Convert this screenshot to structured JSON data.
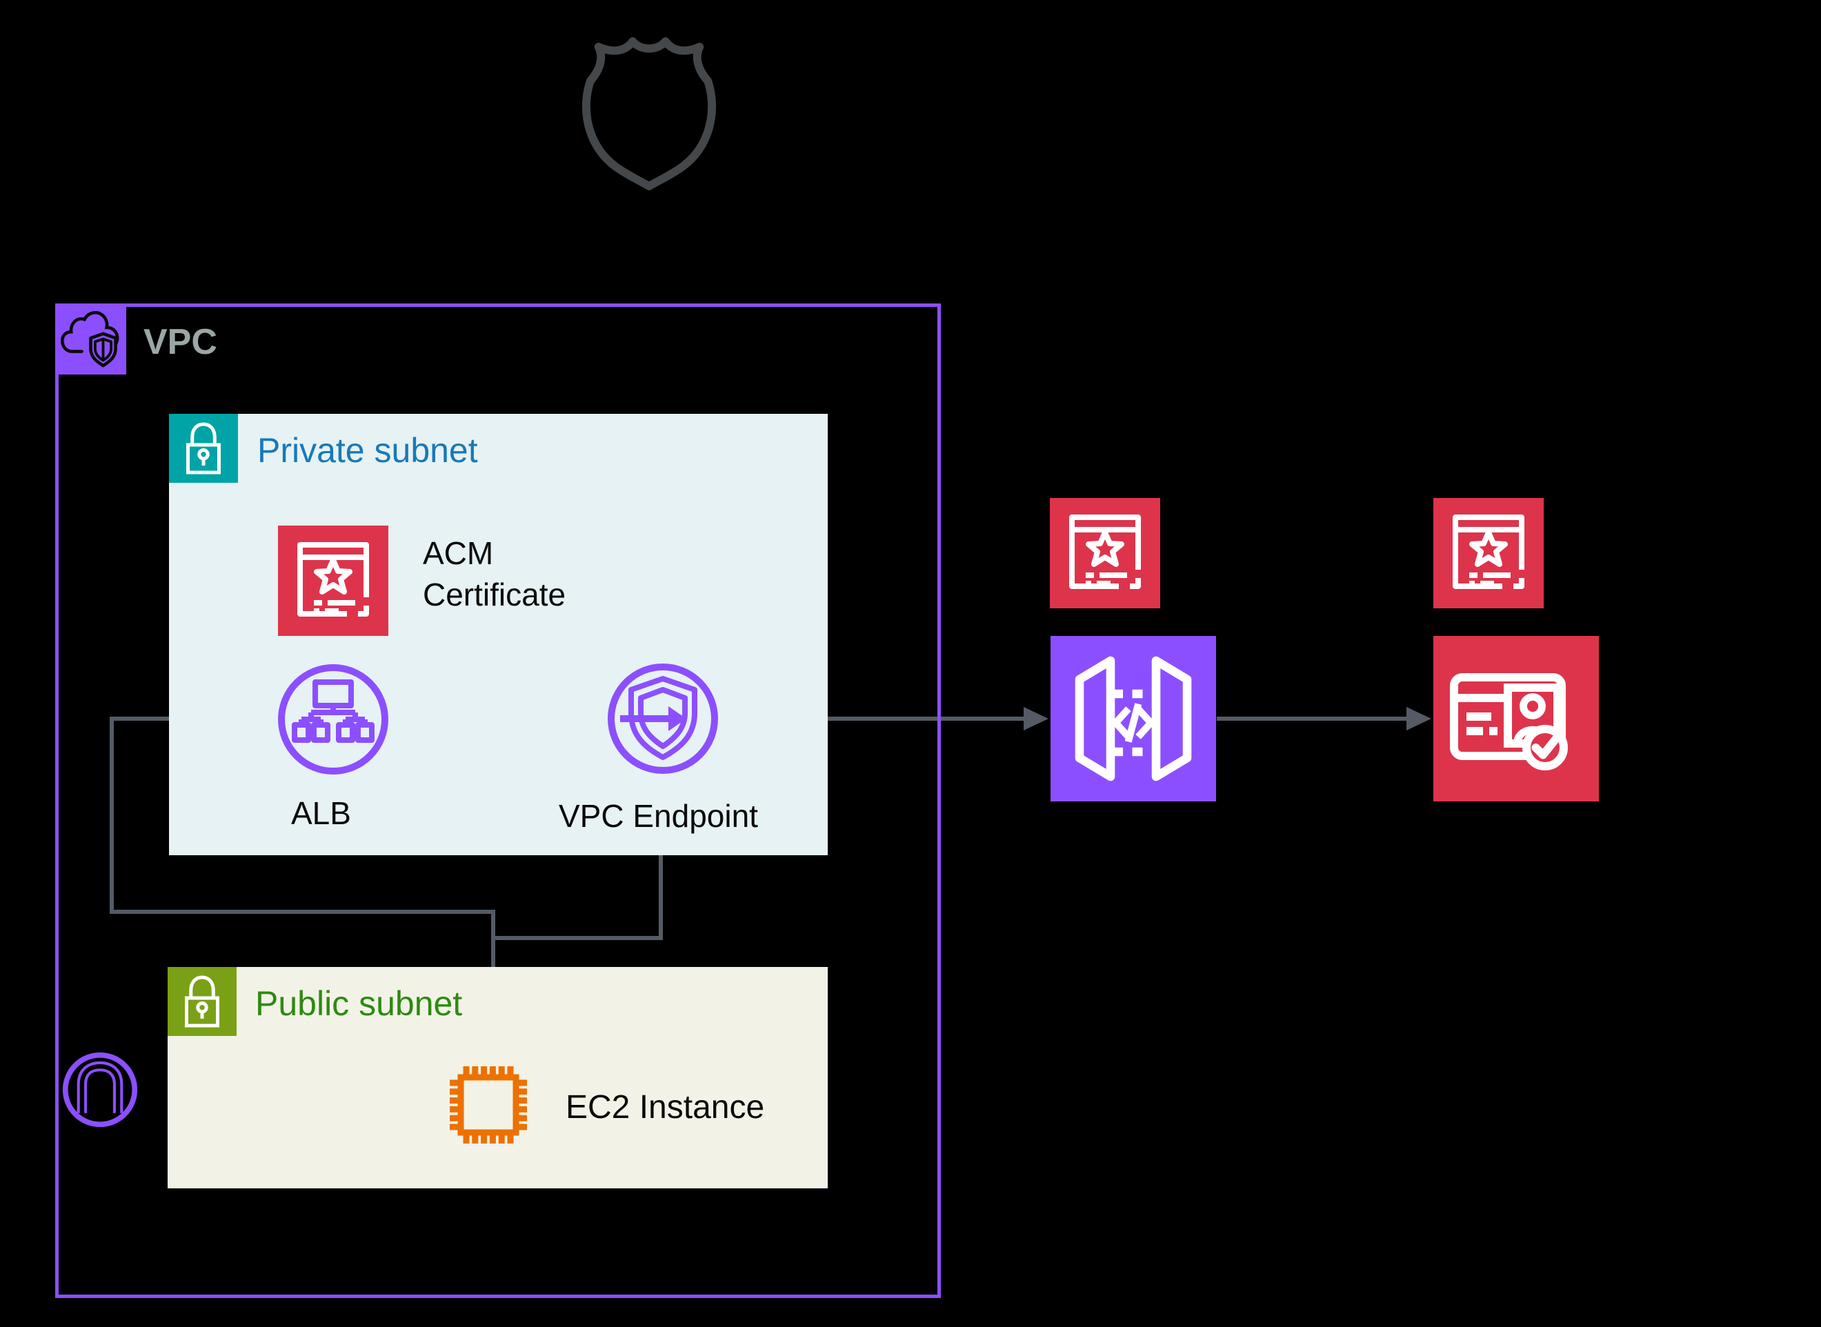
{
  "diagram": {
    "vpc": {
      "label": "VPC"
    },
    "private_subnet": {
      "label": "Private subnet"
    },
    "public_subnet": {
      "label": "Public subnet"
    },
    "nodes": {
      "acm_certificate": {
        "label": "ACM Certificate"
      },
      "alb": {
        "label": "ALB"
      },
      "vpc_endpoint": {
        "label": "VPC Endpoint"
      },
      "ec2_instance": {
        "label": "EC2 Instance"
      }
    },
    "icons": {
      "shield": "security-badge-icon",
      "vpc_corner": "vpc-cloud-shield-icon",
      "private_subnet_corner": "lock-icon",
      "public_subnet_corner": "lock-icon",
      "acm": "certificate-star-icon",
      "alb": "load-balancer-icon",
      "vpc_endpoint": "endpoint-shield-arrow-icon",
      "ec2": "chip-icon",
      "internet_gateway": "gateway-arch-icon",
      "api_gateway": "api-gateway-icon",
      "certificate_small_left": "certificate-star-icon",
      "certificate_small_right": "certificate-star-icon",
      "certificate_authority": "id-card-check-icon"
    },
    "colors": {
      "background": "#000000",
      "purple": "#8C4FFF",
      "security_red": "#DD344C",
      "teal": "#00A4A6",
      "green": "#7AA116",
      "orange": "#ED7100",
      "line_gray": "#545B64",
      "shield_gray": "#45484A",
      "private_subnet_fill": "#E6F2F3",
      "public_subnet_fill": "#F2F3E6",
      "vpc_label_gray": "#9BA7A6",
      "private_label_blue": "#1879B8",
      "public_label_green": "#2E8A12"
    }
  }
}
